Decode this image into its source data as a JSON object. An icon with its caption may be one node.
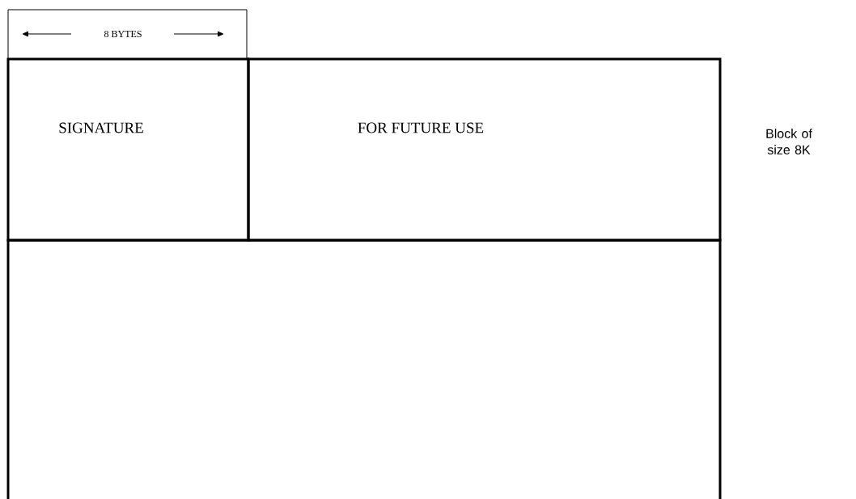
{
  "diagram": {
    "nodes": [
      {
        "text": [
          "8 BYTES"
        ]
      },
      {
        "text": [
          "SIGNATURE"
        ]
      },
      {
        "text": [
          "FOR FUTURE USE"
        ]
      },
      {
        "text": [],
        "shape": "box"
      }
    ],
    "labels": [
      "Block of size 8K"
    ]
  }
}
